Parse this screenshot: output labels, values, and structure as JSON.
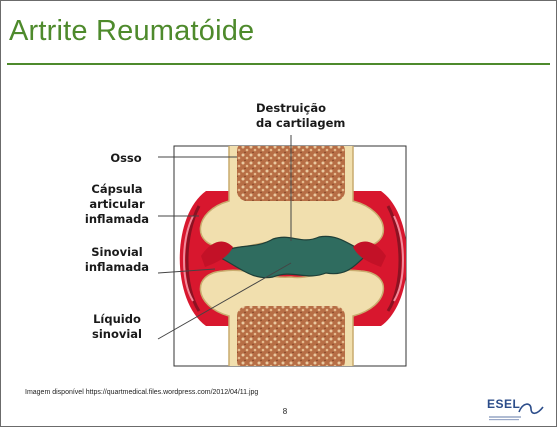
{
  "slide": {
    "title": "Artrite Reumatóide",
    "caption": "Imagem disponível https://quartmedical.files.wordpress.com/2012/04/11.jpg",
    "page_number": "8",
    "logo_text": "ESEL"
  },
  "figure": {
    "labels": {
      "bone": "Osso",
      "capsule_1": "Cápsula",
      "capsule_2": "articular",
      "capsule_3": "inflamada",
      "synovial_1": "Sinovial",
      "synovial_2": "inflamada",
      "fluid_1": "Líquido",
      "fluid_2": "sinovial",
      "cartilage_1": "Destruição",
      "cartilage_2": "da cartilagem"
    }
  },
  "colors": {
    "title_green": "#4e8a2c",
    "bone": "#f1dfae",
    "marrow": "#b76e45",
    "inflamed": "#d8172e",
    "fluid": "#2f6c5f",
    "logo_blue": "#2c4d8a"
  }
}
